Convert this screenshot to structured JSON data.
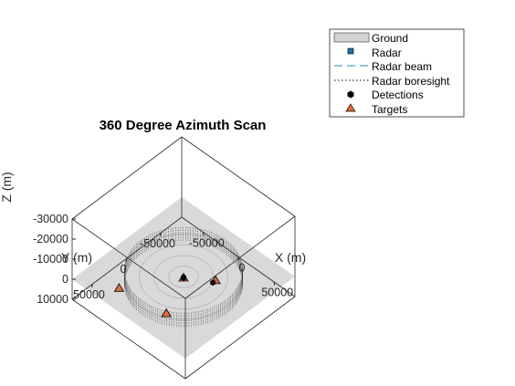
{
  "chart_data": {
    "type": "scatter",
    "projection": "3d",
    "title": "360 Degree Azimuth Scan",
    "xlabel": "X (m)",
    "ylabel": "Y (m)",
    "zlabel": "Z (m)",
    "xlim": [
      -80000,
      80000
    ],
    "ylim": [
      -80000,
      80000
    ],
    "zlim": [
      -30000,
      10000
    ],
    "z_reversed": true,
    "x_ticks": [
      -50000,
      0,
      50000
    ],
    "x_tick_labels": [
      "-50000",
      "0",
      "50000"
    ],
    "y_ticks": [
      -50000,
      0,
      50000
    ],
    "y_tick_labels": [
      "-50000",
      "0",
      "50000"
    ],
    "z_ticks": [
      -30000,
      -20000,
      -10000,
      0,
      10000
    ],
    "z_tick_labels": [
      "-30000",
      "-20000",
      "-10000",
      "0",
      "10000"
    ],
    "grid": false,
    "legend_position": "top-right outside",
    "legend": [
      {
        "label": "Ground",
        "marker": "patch",
        "color": "#d3d3d3"
      },
      {
        "label": "Radar",
        "marker": "square",
        "color": "#1f6fa8"
      },
      {
        "label": "Radar beam",
        "marker": "dashed-line",
        "color": "#2e86c1"
      },
      {
        "label": "Radar boresight",
        "marker": "dotted-line",
        "color": "#000000"
      },
      {
        "label": "Detections",
        "marker": "hexagon",
        "color": "#000000"
      },
      {
        "label": "Targets",
        "marker": "triangle",
        "color": "#e06b3c"
      }
    ],
    "series": [
      {
        "name": "Radar",
        "points": [
          {
            "x": 0,
            "y": 0,
            "z": 0
          }
        ]
      },
      {
        "name": "Targets",
        "points": [
          {
            "x": 26000,
            "y": 52000,
            "z": -2000
          },
          {
            "x": -35000,
            "y": 58000,
            "z": -1000
          },
          {
            "x": 28000,
            "y": -18000,
            "z": -1000
          },
          {
            "x": 0,
            "y": 0,
            "z": 0
          }
        ]
      },
      {
        "name": "Detections",
        "points": [
          {
            "x": 0,
            "y": 0,
            "z": 0
          },
          {
            "x": 26000,
            "y": -16000,
            "z": 0
          }
        ]
      }
    ]
  }
}
